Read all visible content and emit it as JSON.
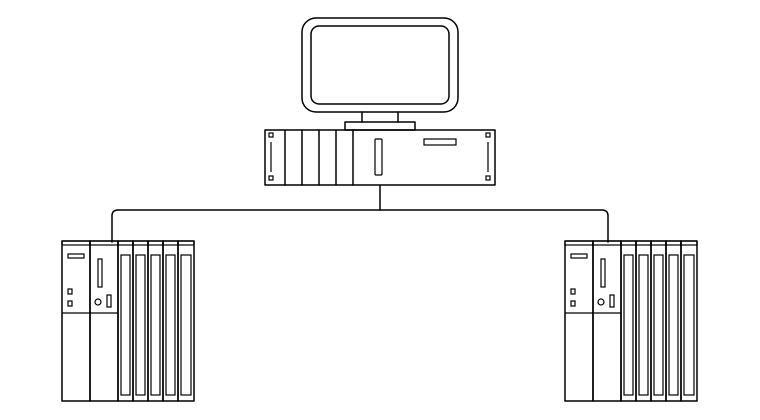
{
  "diagram": {
    "background": "#ffffff",
    "line_color": "#000000",
    "nodes": [
      {
        "id": "pc",
        "kind": "computer",
        "icon": "computer-workstation-icon"
      },
      {
        "id": "plc-left",
        "kind": "plc",
        "icon": "plc-rack-icon",
        "io_modules": 5
      },
      {
        "id": "plc-right",
        "kind": "plc",
        "icon": "plc-rack-icon",
        "io_modules": 5
      }
    ],
    "edges": [
      {
        "from": "pc",
        "to": "plc-left"
      },
      {
        "from": "pc",
        "to": "plc-right"
      }
    ]
  }
}
